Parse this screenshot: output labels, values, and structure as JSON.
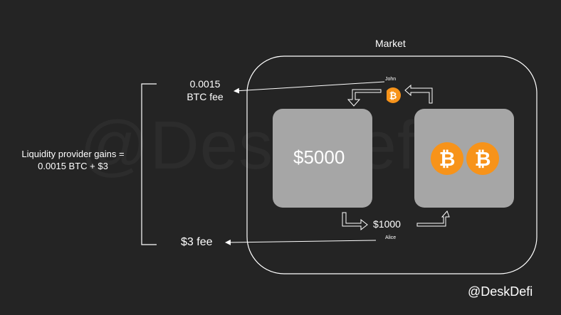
{
  "colors": {
    "background": "#242424",
    "box_fill": "#a6a6a6",
    "outline": "#ffffff",
    "bitcoin_orange": "#f7931a",
    "watermark": "#2c2c2c"
  },
  "watermark": {
    "text": "@DeskDefi"
  },
  "market": {
    "label": "Market"
  },
  "pools": {
    "usd_box": {
      "amount": "$5000"
    },
    "btc_box": {
      "icon": "bitcoin-icon",
      "count": 2
    }
  },
  "traders": {
    "john": {
      "name": "John",
      "icon": "bitcoin-icon"
    },
    "alice": {
      "name": "Alice",
      "amount": "$1000"
    }
  },
  "fees": {
    "btc_fee_line1": "0.0015",
    "btc_fee_line2": "BTC fee",
    "usd_fee": "$3 fee"
  },
  "summary": {
    "line1": "Liquidity provider gains =",
    "line2": "0.0015 BTC + $3"
  },
  "credit": "@DeskDefi"
}
